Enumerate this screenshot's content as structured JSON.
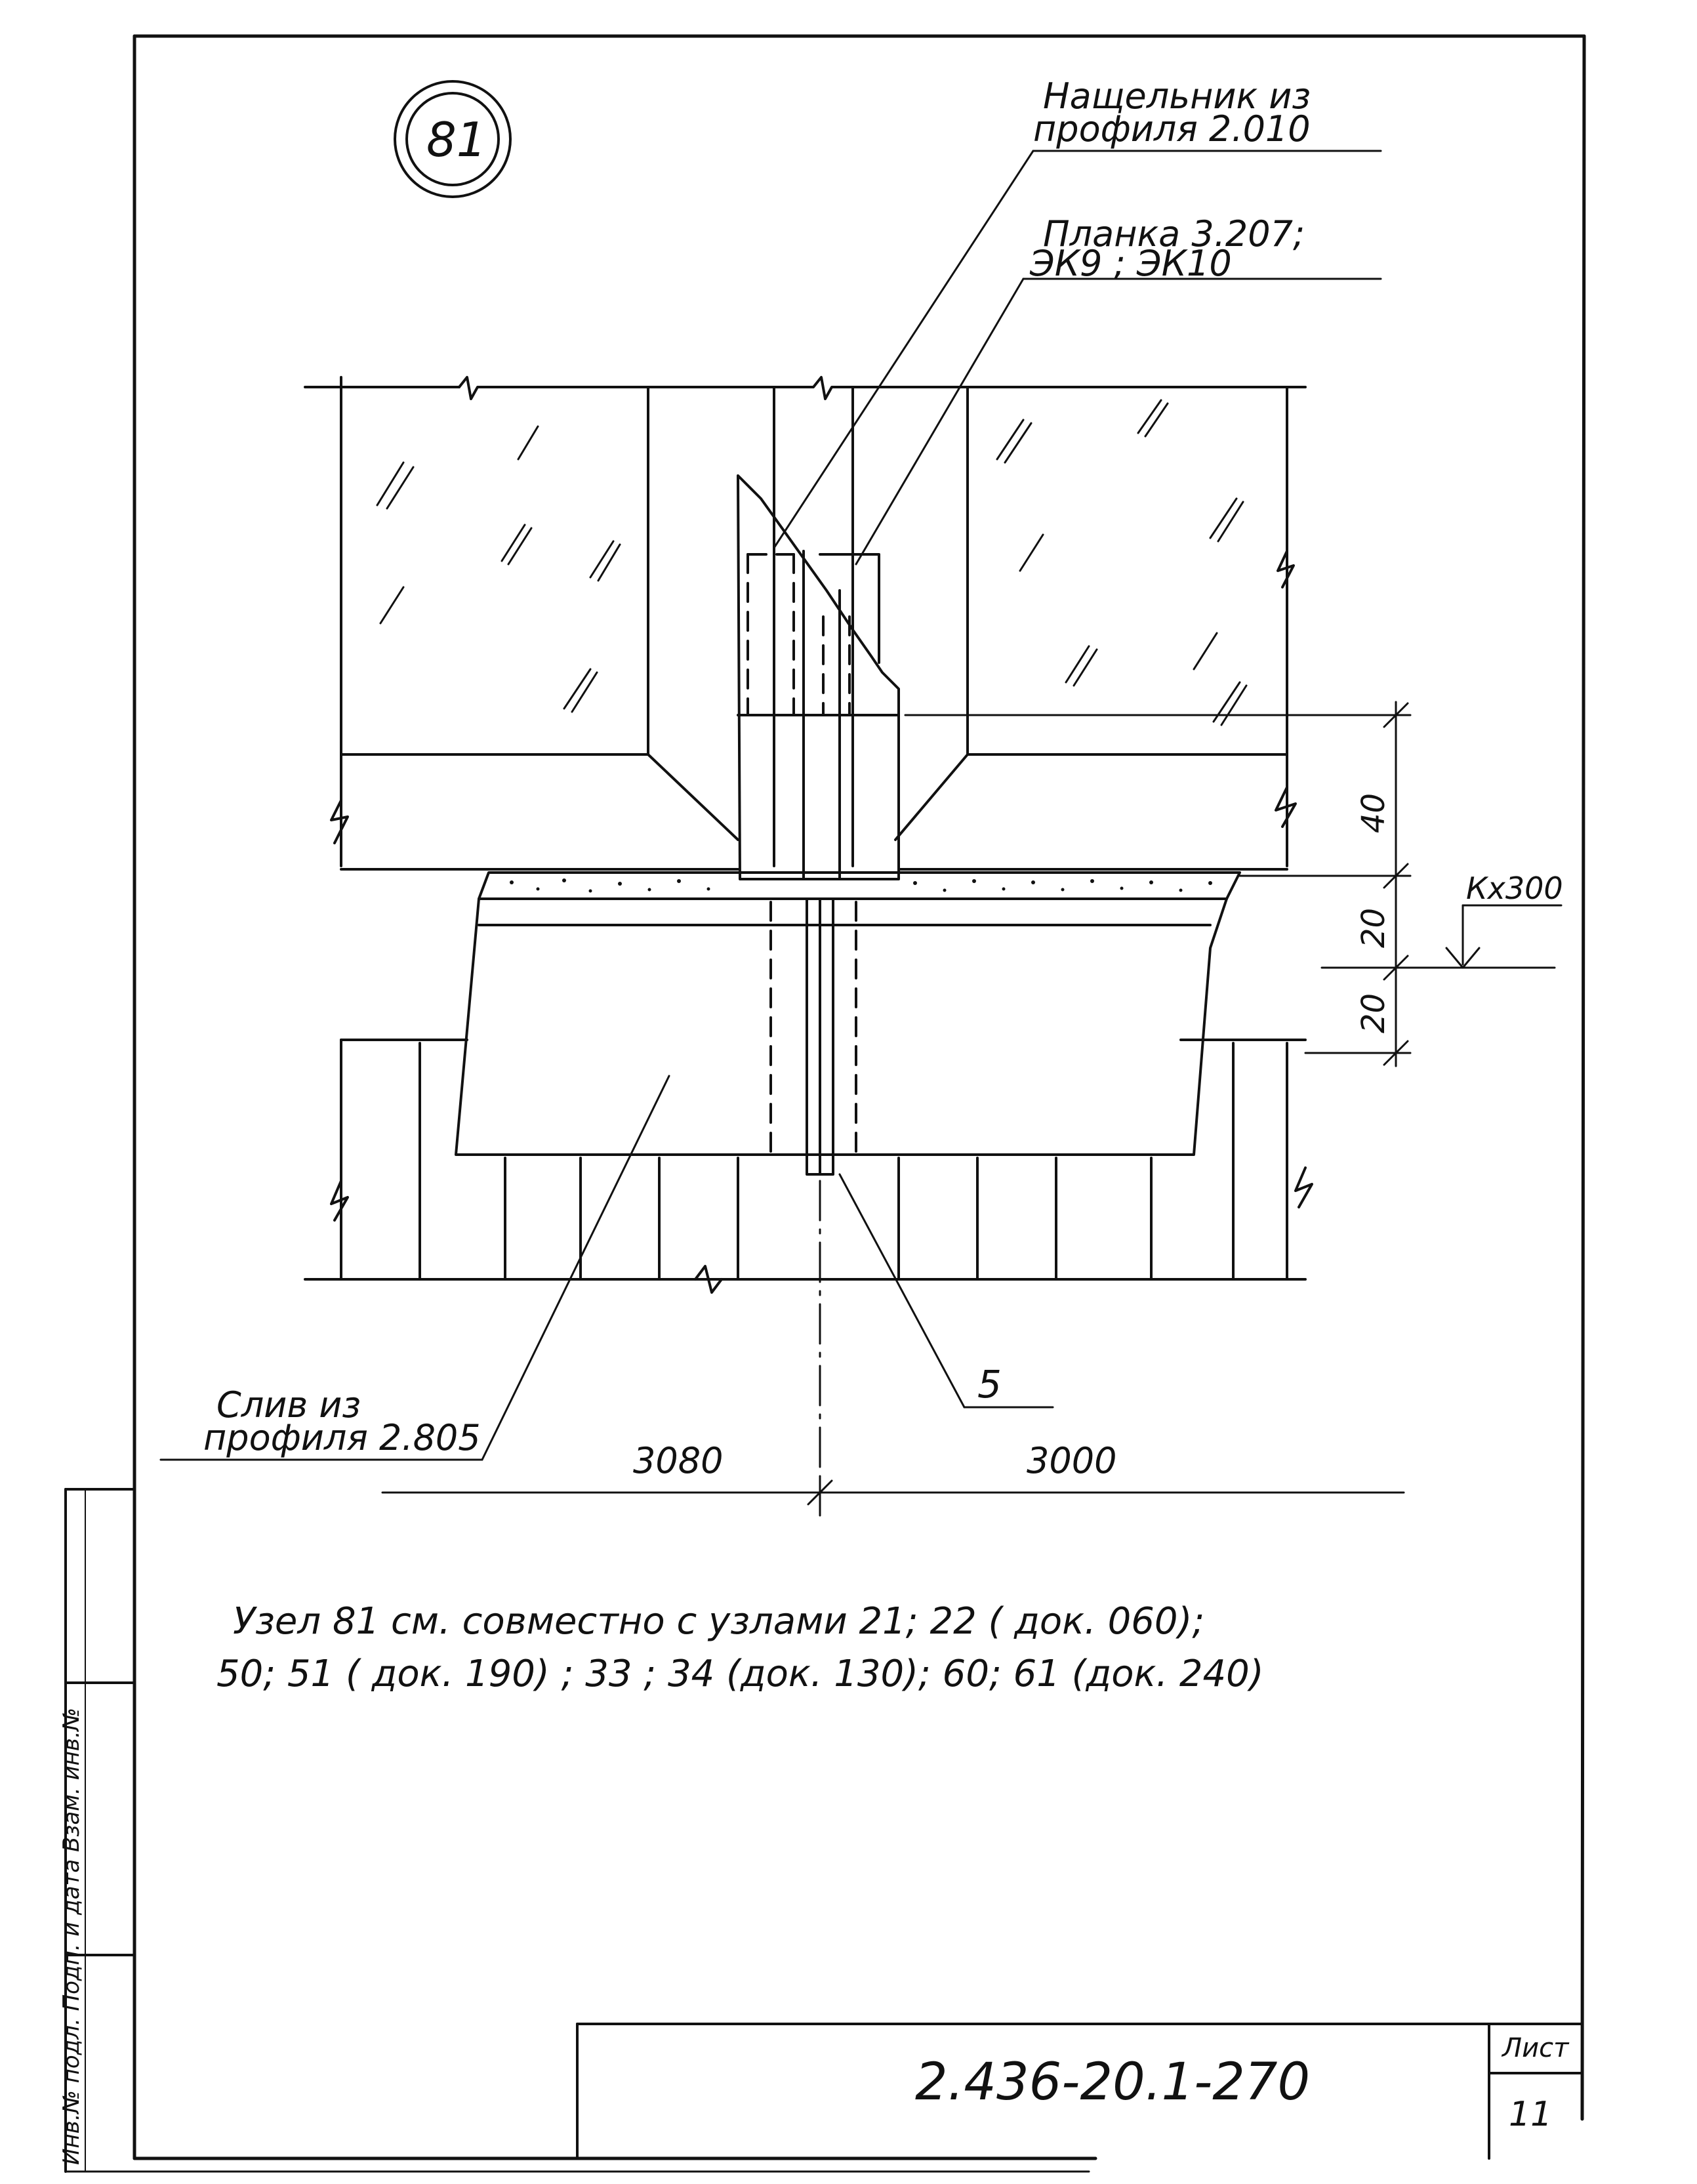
{
  "node_number": "81",
  "callouts": {
    "nashchelnik": {
      "line1": "Нащельник из",
      "line2": "профиля 2.010"
    },
    "planka": {
      "line1": "Планка 3.207;",
      "line2": "ЭК9 ; ЭК10"
    },
    "sliv": {
      "line1": "Слив из",
      "line2": "профиля 2.805"
    },
    "item_5": "5"
  },
  "dimensions": {
    "vertical": [
      "40",
      "20",
      "20"
    ],
    "level_mark": "Кх300",
    "horizontal_left": "3080",
    "horizontal_right": "3000"
  },
  "note": {
    "line1": "Узел 81 см. совместно с узлами 21; 22 ( док. 060);",
    "line2": "50; 51 ( док. 190) ; 33 ; 34 (док. 130); 60; 61 (док. 240)"
  },
  "title_block": {
    "doc_code": "2.436-20.1-270",
    "sheet_label": "Лист",
    "sheet_number": "11"
  },
  "side_stamp": {
    "text": "Инв.№ подл. Подп. и дата Взам. инв.№"
  }
}
